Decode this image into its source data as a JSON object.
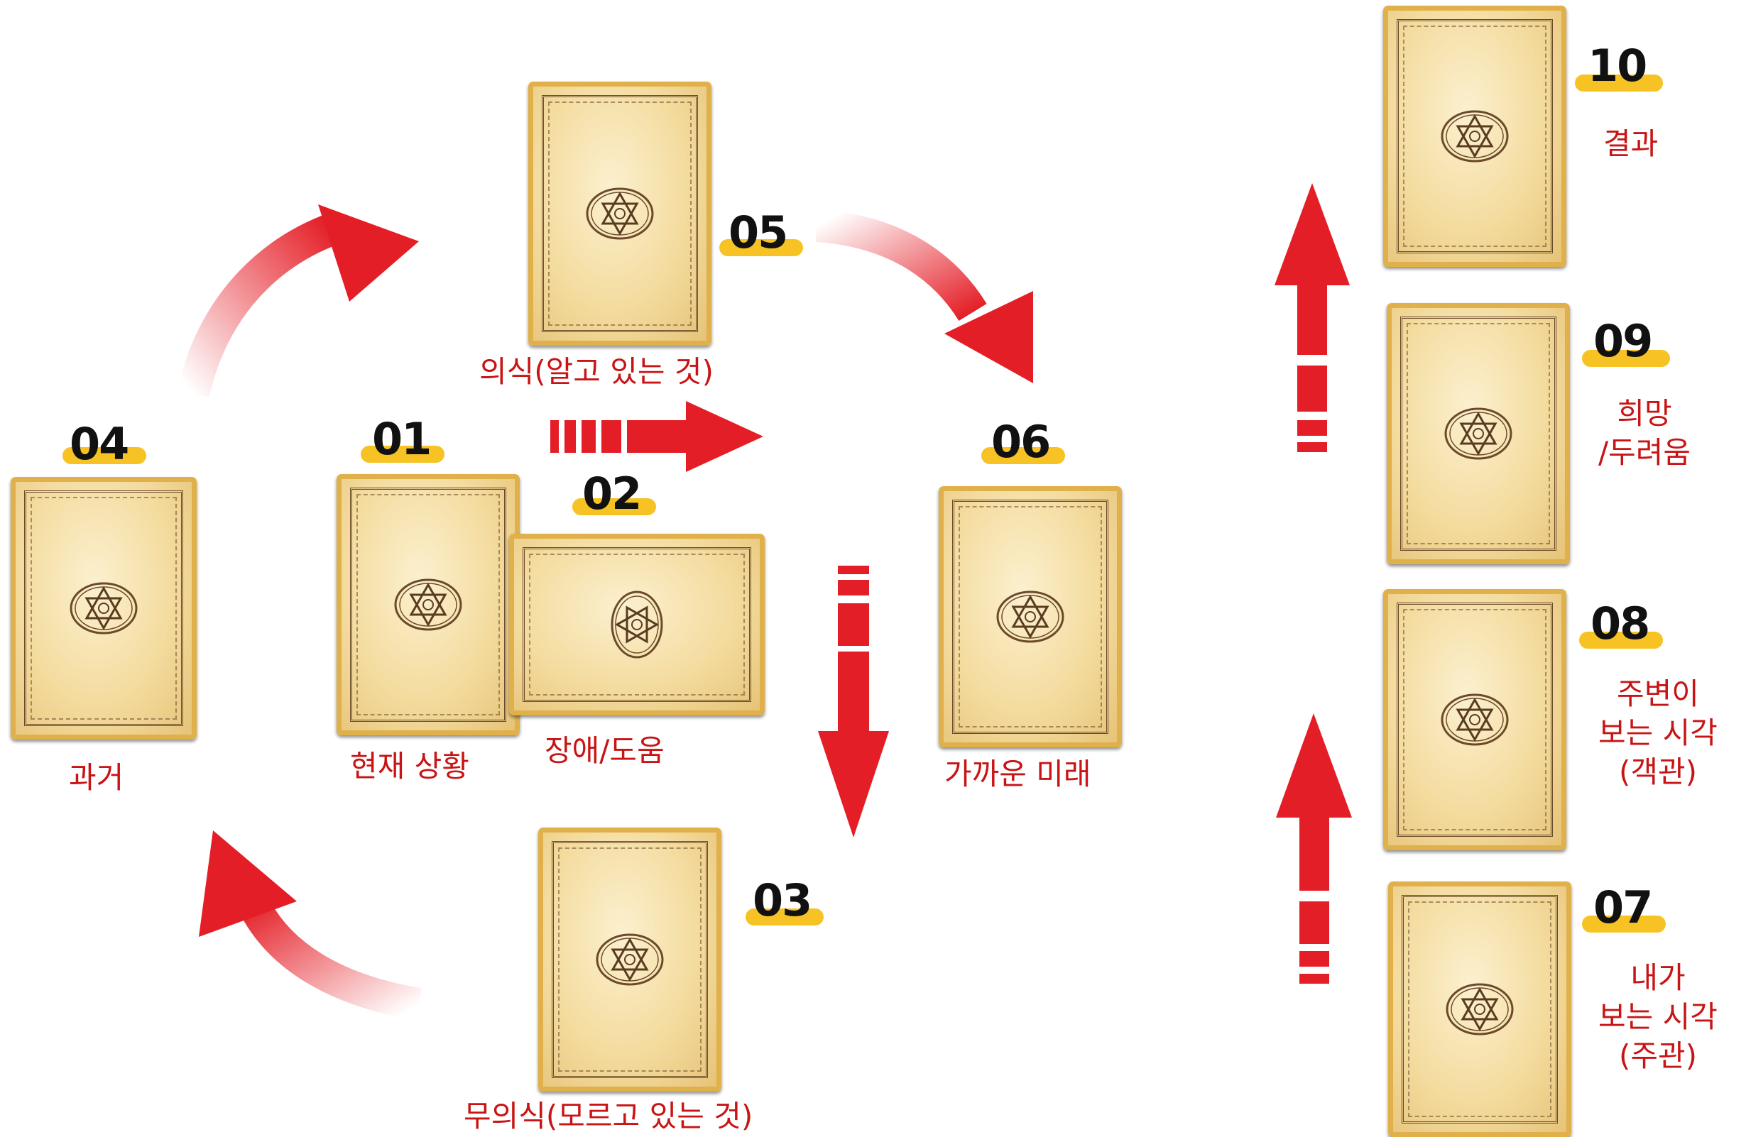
{
  "positions": {
    "p01": {
      "number": "01",
      "label": "현재 상황"
    },
    "p02": {
      "number": "02",
      "label": "장애/도움"
    },
    "p03": {
      "number": "03",
      "label": "무의식(모르고 있는 것)"
    },
    "p04": {
      "number": "04",
      "label": "과거"
    },
    "p05": {
      "number": "05",
      "label": "의식(알고 있는 것)"
    },
    "p06": {
      "number": "06",
      "label": "가까운 미래"
    },
    "p07": {
      "number": "07",
      "label_line1": "내가",
      "label_line2": "보는 시각",
      "label_line3": "(주관)"
    },
    "p08": {
      "number": "08",
      "label_line1": "주변이",
      "label_line2": "보는 시각",
      "label_line3": "(객관)"
    },
    "p09": {
      "number": "09",
      "label_line1": "희망",
      "label_line2": "/두려움"
    },
    "p10": {
      "number": "10",
      "label": "결과"
    }
  },
  "colors": {
    "label": "#c81414",
    "arrow": "#e41e26",
    "badge": "#f7c224",
    "card_border": "#e0b04a"
  },
  "icons": {
    "card_emblem": "hexagram-seal-icon",
    "arrows": [
      "curved-arrow-icon",
      "dashed-straight-arrow-icon"
    ]
  }
}
